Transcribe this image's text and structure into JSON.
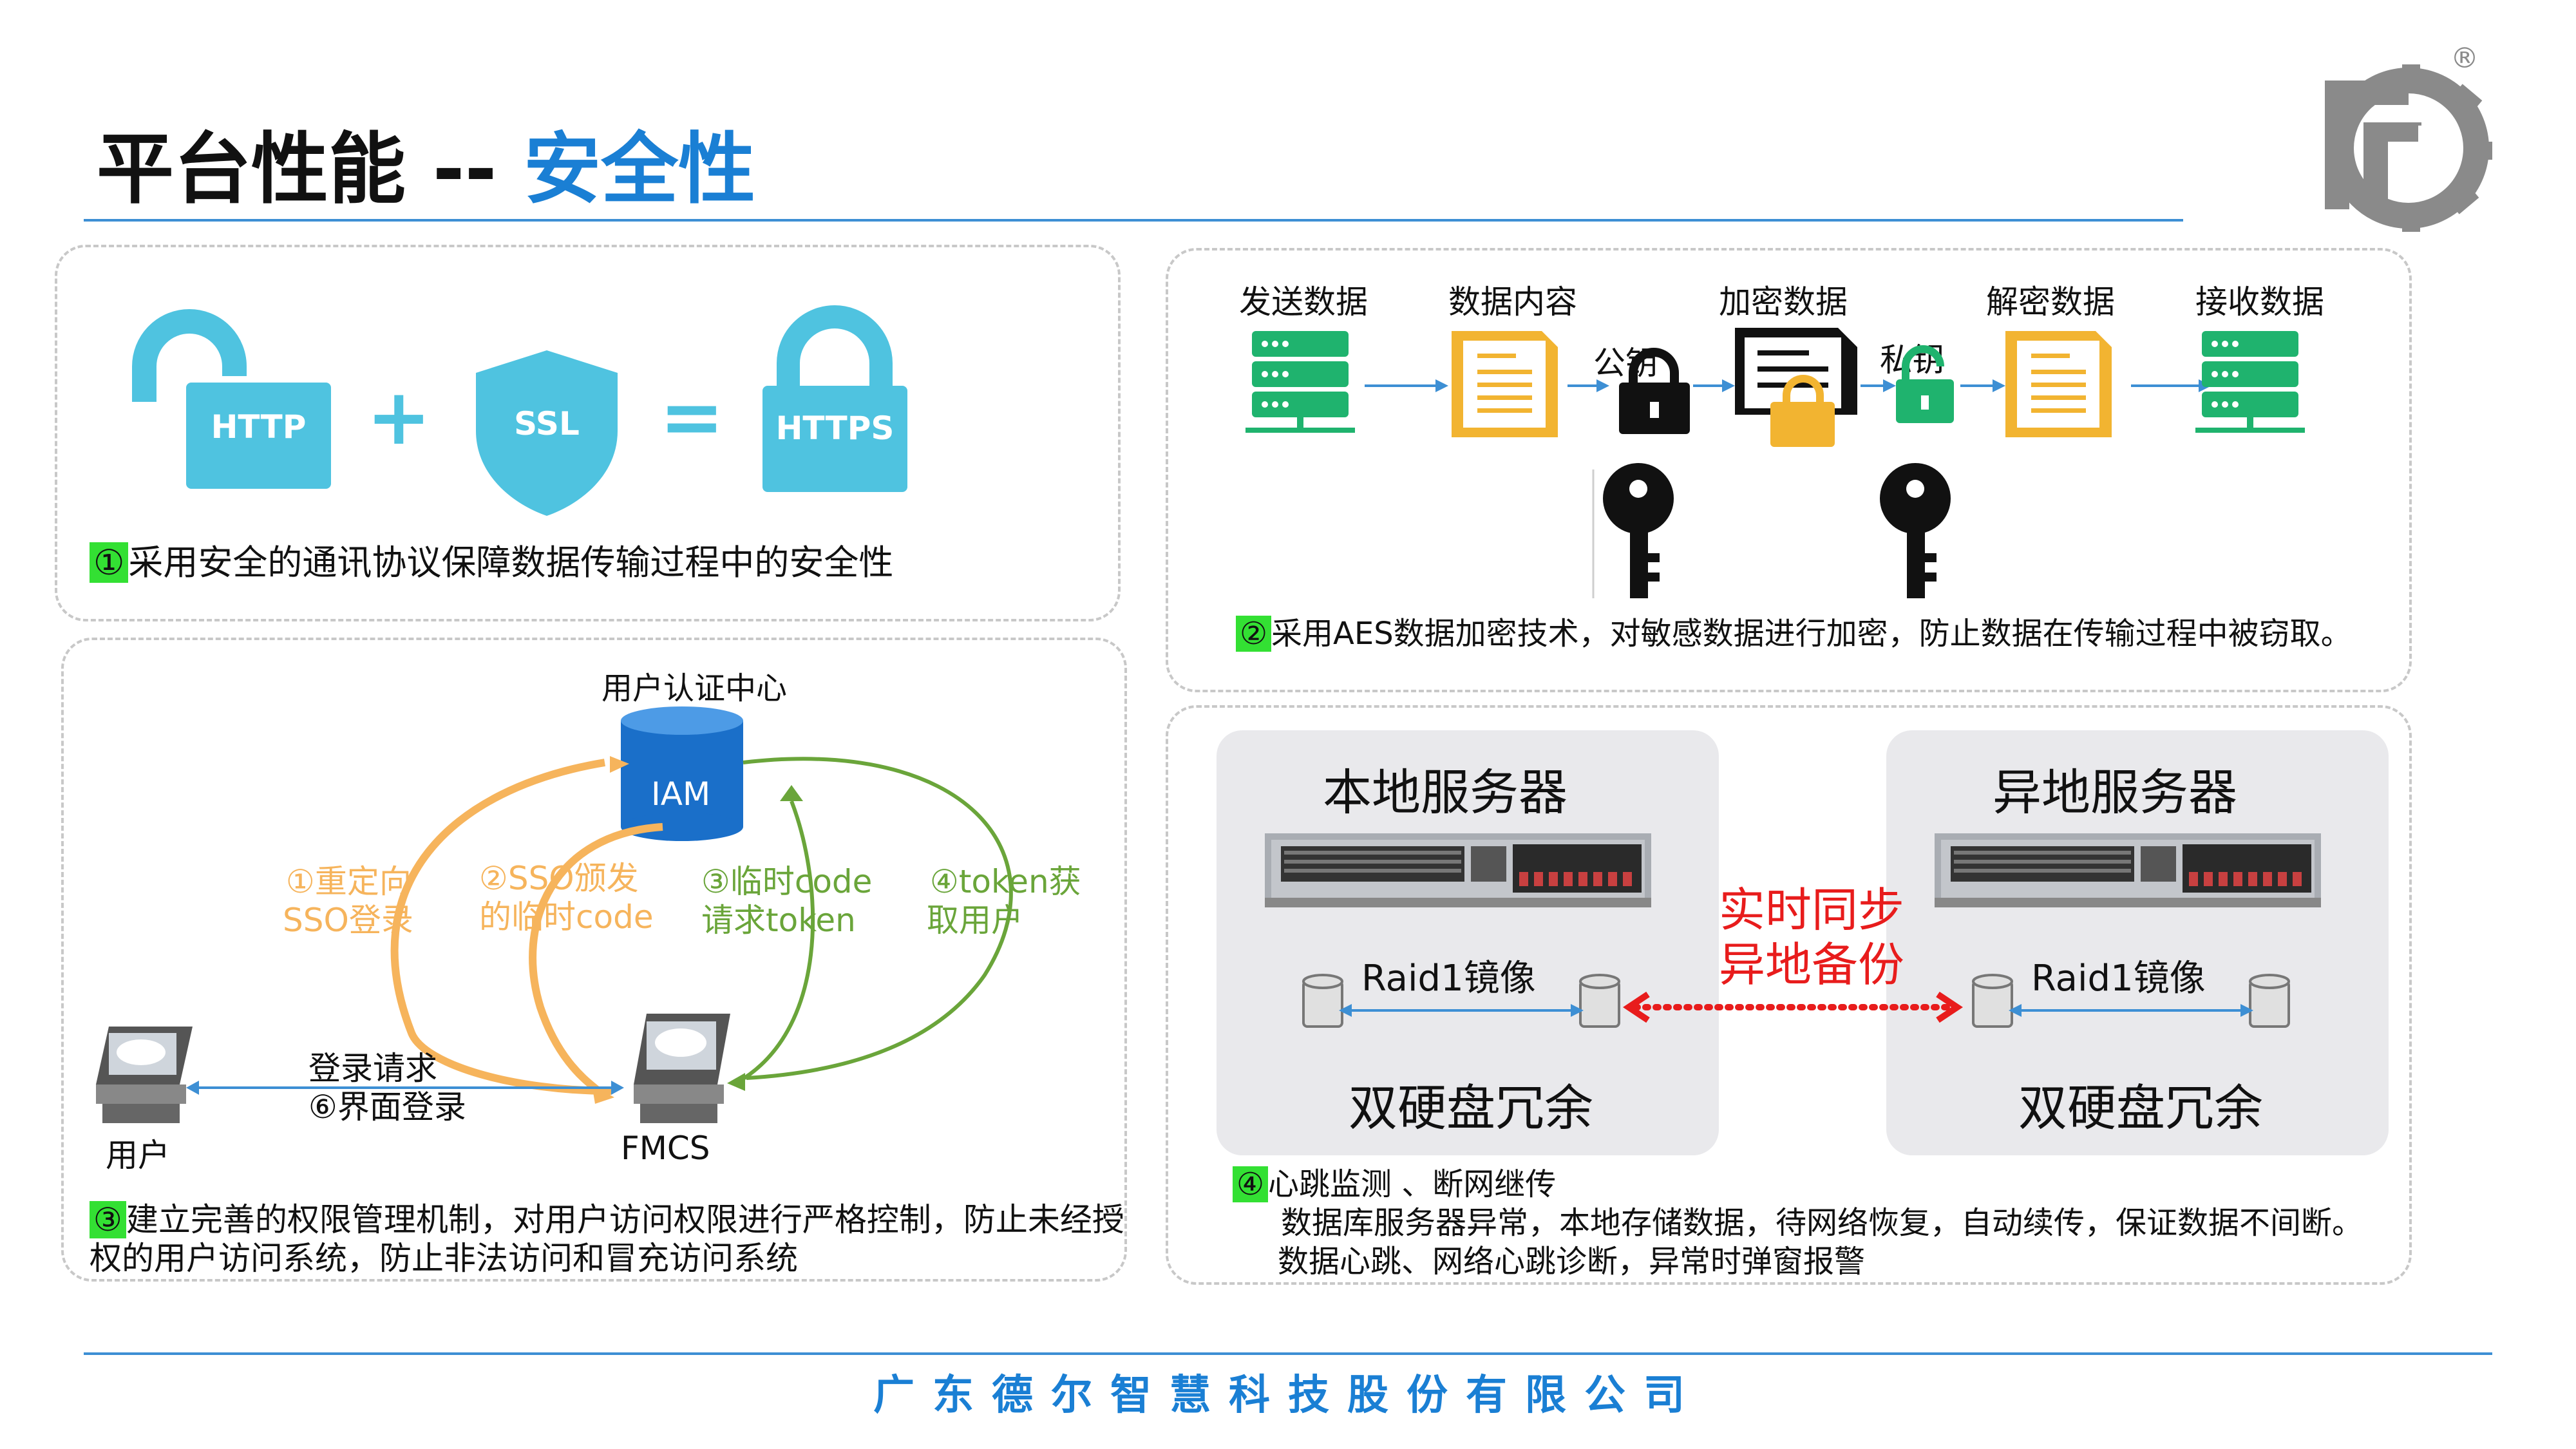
{
  "title": {
    "main": "平台性能 -- ",
    "accent": "安全性"
  },
  "panel1": {
    "http_label": "HTTP",
    "plus": "+",
    "ssl_label": "SSL",
    "equals": "=",
    "https_label": "HTTPS",
    "badge": "①",
    "caption": "采用安全的通讯协议保障数据传输过程中的安全性"
  },
  "panel2": {
    "steps": [
      "发送数据",
      "数据内容",
      "加密数据",
      "解密数据",
      "接收数据"
    ],
    "public_key": "公钥",
    "private_key": "私钥",
    "badge": "②",
    "caption": "采用AES数据加密技术，对敏感数据进行加密，防止数据在传输过程中被窃取。"
  },
  "panel3": {
    "auth_center": "用户认证中心",
    "iam": "IAM",
    "flow1_l1": "①重定向",
    "flow1_l2": "SSO登录",
    "flow2_l1": "②SSO颁发",
    "flow2_l2": "的临时code",
    "flow3_l1": "③临时code",
    "flow3_l2": "请求token",
    "flow4_l1": "④token获",
    "flow4_l2": "取用户",
    "login_req": "登录请求",
    "ui_login": "⑥界面登录",
    "user": "用户",
    "fmcs": "FMCS",
    "badge": "③",
    "caption_l1": "建立完善的权限管理机制，对用户访问权限进行严格控制，防止未经授",
    "caption_l2": "权的用户访问系统，防止非法访问和冒充访问系统"
  },
  "panel4": {
    "local_title": "本地服务器",
    "remote_title": "异地服务器",
    "raid_local": "Raid1镜像",
    "raid_remote": "Raid1镜像",
    "dual_local": "双硬盘冗余",
    "dual_remote": "双硬盘冗余",
    "sync_l1": "实时同步",
    "sync_l2": "异地备份",
    "badge": "④",
    "caption_title": "心跳监测 、断网继传",
    "caption_l2": "数据库服务器异常，本地存储数据，待网络恢复，自动续传，保证数据不间断。",
    "caption_l3": "数据心跳、网络心跳诊断，异常时弹窗报警"
  },
  "logo": {
    "registered": "®"
  },
  "footer": "广东德尔智慧科技股份有限公司",
  "colors": {
    "accent": "#1a7fd4",
    "teal": "#4fc3e0",
    "green": "#1fb36e",
    "orange": "#f6b45c",
    "lime": "#6aa53a",
    "red": "#e81c1c",
    "gold": "#f2b431"
  }
}
